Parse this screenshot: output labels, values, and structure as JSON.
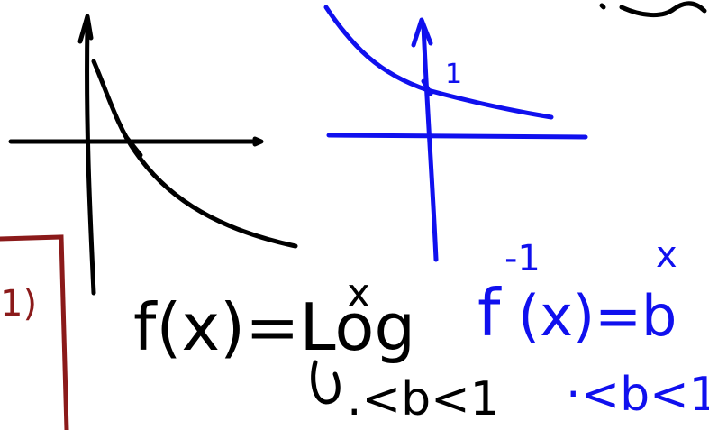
{
  "colors": {
    "black_ink": "#000000",
    "blue_ink": "#1010ee",
    "red_frame": "#8b1a1a"
  },
  "left_graph": {
    "point_label": "",
    "equation": {
      "lhs": "f(x)=Log",
      "exponent": "x",
      "condition": ".<b<1"
    }
  },
  "right_graph": {
    "point_label": "1",
    "equation": {
      "f": "f",
      "superscript": "-1",
      "rest": "(x)=b",
      "exponent": "x",
      "condition": "·<b<1"
    }
  },
  "red_box": {
    "visible_text": "1)"
  }
}
